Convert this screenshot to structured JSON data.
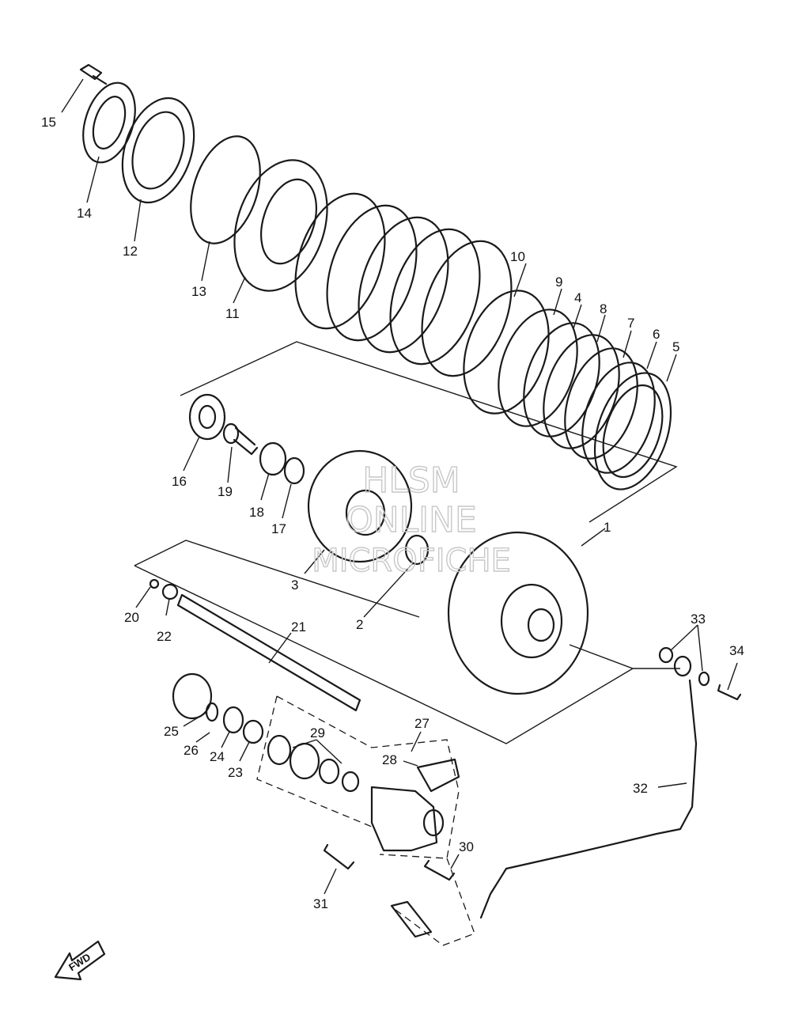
{
  "callouts": [
    {
      "id": "c1",
      "label": "1"
    },
    {
      "id": "c2",
      "label": "2"
    },
    {
      "id": "c3",
      "label": "3"
    },
    {
      "id": "c4",
      "label": "4"
    },
    {
      "id": "c5",
      "label": "5"
    },
    {
      "id": "c6",
      "label": "6"
    },
    {
      "id": "c7",
      "label": "7"
    },
    {
      "id": "c8",
      "label": "8"
    },
    {
      "id": "c9",
      "label": "9"
    },
    {
      "id": "c10",
      "label": "10"
    },
    {
      "id": "c11",
      "label": "11"
    },
    {
      "id": "c12",
      "label": "12"
    },
    {
      "id": "c13",
      "label": "13"
    },
    {
      "id": "c14",
      "label": "14"
    },
    {
      "id": "c15",
      "label": "15"
    },
    {
      "id": "c16",
      "label": "16"
    },
    {
      "id": "c17",
      "label": "17"
    },
    {
      "id": "c18",
      "label": "18"
    },
    {
      "id": "c19",
      "label": "19"
    },
    {
      "id": "c20",
      "label": "20"
    },
    {
      "id": "c21",
      "label": "21"
    },
    {
      "id": "c22",
      "label": "22"
    },
    {
      "id": "c23",
      "label": "23"
    },
    {
      "id": "c24",
      "label": "24"
    },
    {
      "id": "c25",
      "label": "25"
    },
    {
      "id": "c26",
      "label": "26"
    },
    {
      "id": "c27",
      "label": "27"
    },
    {
      "id": "c28",
      "label": "28"
    },
    {
      "id": "c29",
      "label": "29"
    },
    {
      "id": "c30",
      "label": "30"
    },
    {
      "id": "c31",
      "label": "31"
    },
    {
      "id": "c32",
      "label": "32"
    },
    {
      "id": "c33",
      "label": "33"
    },
    {
      "id": "c34",
      "label": "34"
    }
  ],
  "watermark": {
    "line1": "HLSM",
    "line2": "ONLINE",
    "line3": "MICROFICHE"
  },
  "direction_arrow": {
    "label": "FWD"
  }
}
